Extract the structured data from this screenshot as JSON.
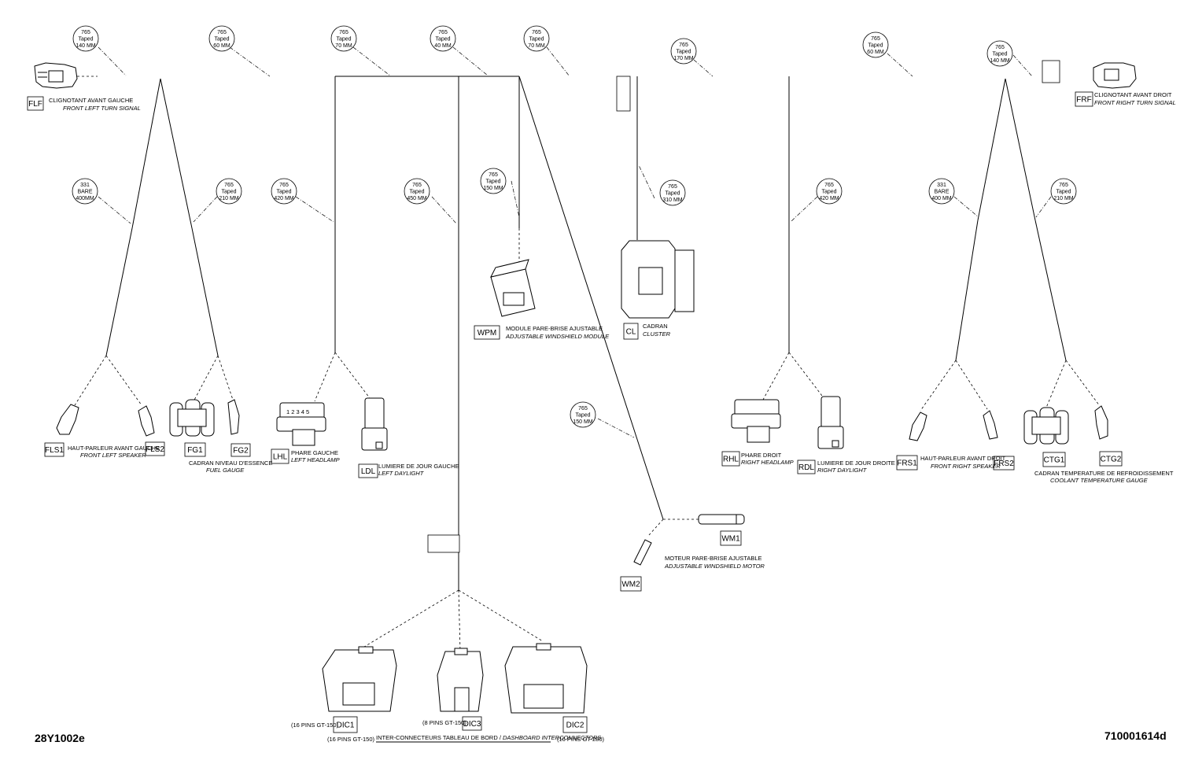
{
  "drawing": {
    "left_ref": "28Y1002e",
    "right_ref": "710001614d"
  },
  "bubbles": [
    {
      "id": "b1",
      "l1": "765",
      "l2": "Taped",
      "l3": "140 MM"
    },
    {
      "id": "b2",
      "l1": "765",
      "l2": "Taped",
      "l3": "60 MM"
    },
    {
      "id": "b3",
      "l1": "765",
      "l2": "Taped",
      "l3": "70 MM"
    },
    {
      "id": "b4",
      "l1": "765",
      "l2": "Taped",
      "l3": "40 MM"
    },
    {
      "id": "b5",
      "l1": "765",
      "l2": "Taped",
      "l3": "70 MM"
    },
    {
      "id": "b6",
      "l1": "765",
      "l2": "Taped",
      "l3": "170 MM"
    },
    {
      "id": "b7",
      "l1": "765",
      "l2": "Taped",
      "l3": "60 MM"
    },
    {
      "id": "b8",
      "l1": "765",
      "l2": "Taped",
      "l3": "140 MM"
    },
    {
      "id": "b9",
      "l1": "331",
      "l2": "BARE",
      "l3": "400MM"
    },
    {
      "id": "b10",
      "l1": "765",
      "l2": "Taped",
      "l3": "210 MM"
    },
    {
      "id": "b11",
      "l1": "765",
      "l2": "Taped",
      "l3": "420 MM"
    },
    {
      "id": "b12",
      "l1": "765",
      "l2": "Taped",
      "l3": "450 MM"
    },
    {
      "id": "b13",
      "l1": "765",
      "l2": "Taped",
      "l3": "150 MM"
    },
    {
      "id": "b14",
      "l1": "765",
      "l2": "Taped",
      "l3": "310 MM"
    },
    {
      "id": "b15",
      "l1": "765",
      "l2": "Taped",
      "l3": "420 MM"
    },
    {
      "id": "b16",
      "l1": "331",
      "l2": "BARE",
      "l3": "400 MM"
    },
    {
      "id": "b17",
      "l1": "765",
      "l2": "Taped",
      "l3": "210 MM"
    },
    {
      "id": "b18",
      "l1": "765",
      "l2": "Taped",
      "l3": "150 MM"
    }
  ],
  "connectors": {
    "FLF": {
      "code": "FLF"
    },
    "FRF": {
      "code": "FRF"
    },
    "FLS1": {
      "code": "FLS1"
    },
    "FLS2": {
      "code": "FLS2"
    },
    "FG1": {
      "code": "FG1"
    },
    "FG2": {
      "code": "FG2"
    },
    "LHL": {
      "code": "LHL"
    },
    "LDL": {
      "code": "LDL"
    },
    "WPM": {
      "code": "WPM"
    },
    "CL": {
      "code": "CL"
    },
    "RHL": {
      "code": "RHL"
    },
    "RDL": {
      "code": "RDL"
    },
    "FRS1": {
      "code": "FRS1"
    },
    "FRS2": {
      "code": "FRS2"
    },
    "CTG1": {
      "code": "CTG1"
    },
    "CTG2": {
      "code": "CTG2"
    },
    "WM1": {
      "code": "WM1"
    },
    "WM2": {
      "code": "WM2"
    },
    "DIC1": {
      "code": "DIC1"
    },
    "DIC2": {
      "code": "DIC2"
    },
    "DIC3": {
      "code": "DIC3"
    }
  },
  "labels": {
    "flf_fr": "CLIGNOTANT AVANT GAUCHE",
    "flf_en": "FRONT LEFT TURN SIGNAL",
    "frf_fr": "CLIGNOTANT AVANT DROIT",
    "frf_en": "FRONT RIGHT TURN SIGNAL",
    "fls_fr": "HAUT-PARLEUR AVANT GAUCHE",
    "fls_en": "FRONT LEFT SPEAKER",
    "fg_fr": "CADRAN NIVEAU D'ESSENCE",
    "fg_en": "FUEL GAUGE",
    "lhl_fr": "PHARE GAUCHE",
    "lhl_en": "LEFT HEADLAMP",
    "ldl_fr": "LUMIERE DE JOUR GAUCHE",
    "ldl_en": "LEFT DAYLIGHT",
    "wpm_fr": "MODULE PARE-BRISE AJUSTABLE",
    "wpm_en": "ADJUSTABLE WINDSHIELD MODULE",
    "cl_fr": "CADRAN",
    "cl_en": "CLUSTER",
    "rhl_fr": "PHARE DROIT",
    "rhl_en": "RIGHT HEADLAMP",
    "rdl_fr": "LUMIERE DE JOUR DROITE",
    "rdl_en": "RIGHT DAYLIGHT",
    "frs_fr": "HAUT-PARLEUR AVANT DROIT",
    "frs_en": "FRONT RIGHT SPEAKER",
    "ctg_fr": "CADRAN TEMPERATURE DE REFROIDISSEMENT",
    "ctg_en": "COOLANT TEMPERATURE GAUGE",
    "wm_fr": "MOTEUR PARE-BRISE AJUSTABLE",
    "wm_en": "ADJUSTABLE WINDSHIELD MOTOR",
    "dic1_pins_a": "(16 PINS GT-150)",
    "dic1_pins_b": "(16 PINS GT-150)",
    "dic3_pins": "(8 PINS GT-150)",
    "dic2_pins": "(16 PINS GT-280)",
    "dic_fr": "INTER-CONNECTEURS TABLEAU DE BORD / ",
    "dic_en": "DASHBOARD INTERCONNECTORS",
    "lhl_pins": "1 2 3 4 5"
  }
}
